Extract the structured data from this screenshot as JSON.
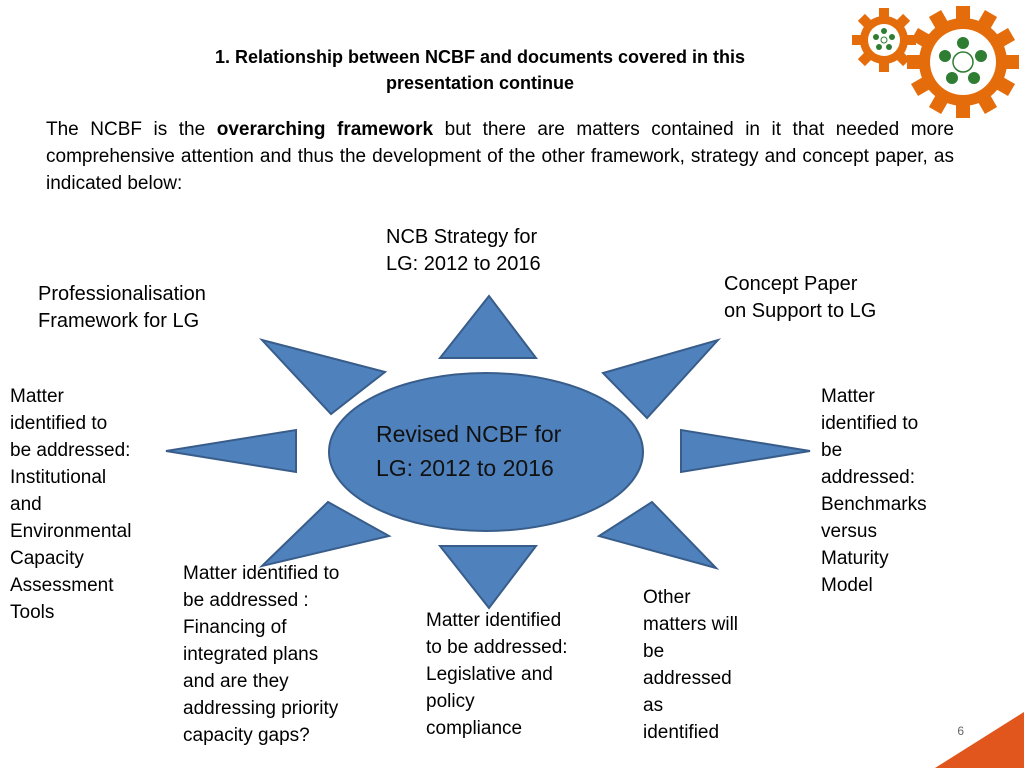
{
  "title_line1": "1.  Relationship between NCBF and documents covered in this",
  "title_line2": "presentation continue",
  "intro": {
    "before": "The NCBF is the ",
    "bold": "overarching framework",
    "after": " but there are matters contained in it that needed more comprehensive attention and thus the development of the other framework, strategy and concept paper, as indicated below:"
  },
  "center": {
    "line1": "Revised NCBF for",
    "line2": "LG: 2012 to 2016"
  },
  "labels": {
    "ncb_strategy": [
      "NCB Strategy for",
      "LG: 2012 to 2016"
    ],
    "professionalisation": [
      "Professionalisation",
      "Framework for LG"
    ],
    "concept_paper": [
      "Concept Paper",
      "on Support to LG"
    ],
    "matter_left": [
      "Matter",
      "identified  to",
      "be addressed:",
      "Institutional",
      "and",
      "Environmental",
      "Capacity",
      "Assessment",
      "Tools"
    ],
    "matter_right": [
      "Matter",
      "identified  to",
      "be",
      "addressed:",
      "Benchmarks",
      "versus",
      "Maturity",
      "Model"
    ],
    "matter_financing": [
      "Matter identified  to",
      "be addressed :",
      "Financing of",
      "integrated plans",
      "and are they",
      "addressing priority",
      "capacity gaps?"
    ],
    "matter_legislative": [
      "Matter identified",
      "to be addressed:",
      "Legislative and",
      "policy",
      "compliance"
    ],
    "other_matters": [
      "Other",
      "matters will",
      "be",
      "addressed",
      "as",
      "identified"
    ]
  },
  "page_number": "6",
  "colors": {
    "shape_fill": "#4f81bd",
    "shape_stroke": "#385d8a",
    "gear_orange": "#e46c0a",
    "gear_green": "#2e7d32",
    "corner_orange": "#e0561c"
  },
  "icons": [
    "gear-logo-icon"
  ]
}
